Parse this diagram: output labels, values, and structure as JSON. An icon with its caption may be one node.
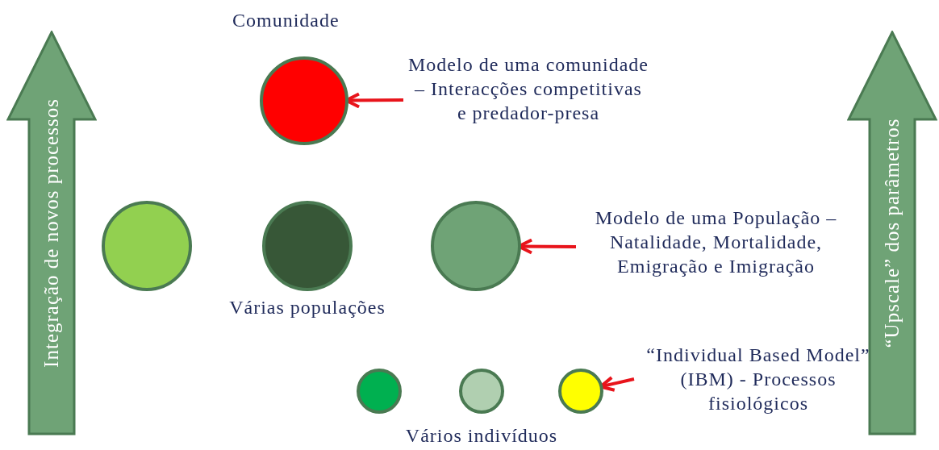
{
  "diagram": {
    "nodes": [
      {
        "text": [],
        "shape": "circle"
      },
      {
        "text": [
          "Modelo de uma comunidade – Interacções competitivas e predador-presa"
        ]
      },
      {
        "text": [],
        "shape": "circle"
      },
      {
        "text": [],
        "shape": "circle"
      },
      {
        "text": [],
        "shape": "circle"
      },
      {
        "text": [
          "Modelo de uma População – Natalidade, Mortalidade, Emigração e Imigração"
        ]
      },
      {
        "text": [],
        "shape": "circle"
      },
      {
        "text": [],
        "shape": "circle"
      },
      {
        "text": [],
        "shape": "circle"
      },
      {
        "text": [
          "“Individual Based Model” (IBM) - Processos fisiológicos"
        ]
      },
      {
        "text": [
          "Integração de novos processos"
        ]
      },
      {
        "text": [
          "“Upscale” dos parâmetros"
        ]
      }
    ],
    "edges": [
      {
        "from": 1,
        "to": 0,
        "arrow": "to"
      },
      {
        "from": 5,
        "to": 4,
        "arrow": "to"
      },
      {
        "from": 9,
        "to": 8,
        "arrow": "to"
      }
    ],
    "labels": [
      "Comunidade",
      "Várias populações",
      "Vários indivíduos"
    ]
  }
}
